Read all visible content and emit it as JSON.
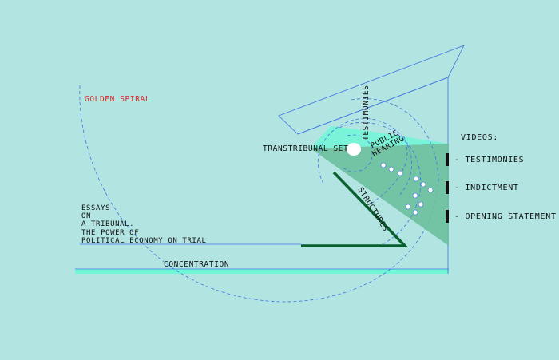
{
  "labels": {
    "golden_spiral": "GOLDEN SPIRAL",
    "testimonies": "TESTIMONIES",
    "public_hearing_line1": "PUBLIC",
    "public_hearing_line2": "HEARING",
    "transtribunal_set": "TRANSTRIBUNAL SET",
    "structures": "STRUCTURES",
    "concentration": "CONCENTRATION"
  },
  "essays": {
    "lines": [
      "ESSAYS",
      "ON",
      "A TRIBUNAL.",
      "THE POWER OF",
      "POLITICAL ECONOMY ON TRIAL"
    ]
  },
  "videos": {
    "heading": "VIDEOS:",
    "items": [
      "- TESTIMONIES",
      "- INDICTMENT",
      "- OPENING STATEMENT"
    ]
  },
  "colors": {
    "background": "#b2e4e2",
    "accent_red": "#e0262a",
    "line_blue": "#3f74e0",
    "fan_green": "#6cbf9e",
    "bright_cyan": "#6ff7d6",
    "structure_green": "#0a5f30",
    "marker_black": "#111111"
  }
}
